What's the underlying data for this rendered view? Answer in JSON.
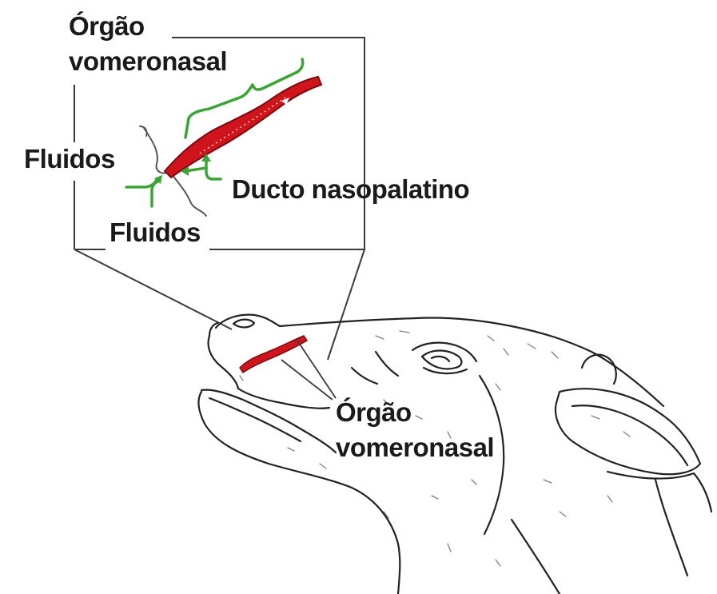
{
  "labels": {
    "organ_top_line1": "Órgão",
    "organ_top_line2": "vomeronasal",
    "fluids_left": "Fluidos",
    "fluids_bottom": "Fluidos",
    "duct": "Ducto nasopalatino",
    "organ_bottom_line1": "Órgão",
    "organ_bottom_line2": "vomeronasal"
  },
  "colors": {
    "organ": "#d0141c",
    "organ_outline": "#7a0a0e",
    "bracket": "#3aa535",
    "line": "#3a3a3a",
    "drawing": "#222222"
  }
}
